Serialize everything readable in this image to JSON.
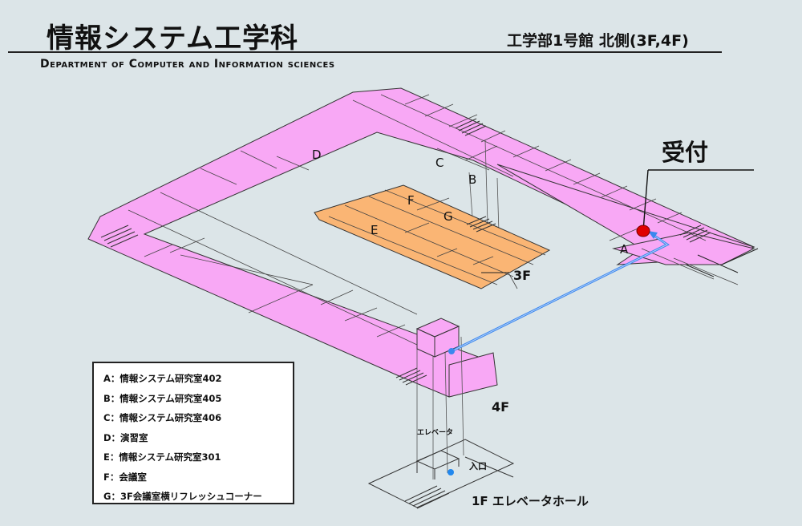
{
  "header": {
    "title": "情報システム工学科",
    "subtitle": "Department of Computer and Information sciences",
    "building": "工学部1号館 北側(3F,4F)"
  },
  "map": {
    "room_labels": [
      "A",
      "B",
      "C",
      "D",
      "E",
      "F",
      "G"
    ],
    "reception_label": "受付",
    "floor_3f": "3F",
    "floor_4f": "4F",
    "floor_1f_hall": "1F エレベータホール",
    "elevator_label": "エレベータ",
    "entrance_label": "入口",
    "colors": {
      "floor_4f": "#f8a8f5",
      "floor_3f": "#fab574",
      "route": "#3b87ee",
      "reception_marker": "#e00000",
      "elevator_dot": "#2288ee"
    }
  },
  "legend": {
    "items": [
      "A：情報システム研究室402",
      "B：情報システム研究室405",
      "C：情報システム研究室406",
      "D：演習室",
      "E：情報システム研究室301",
      "F：会議室",
      "G：3F会議室横リフレッシュコーナー"
    ]
  }
}
